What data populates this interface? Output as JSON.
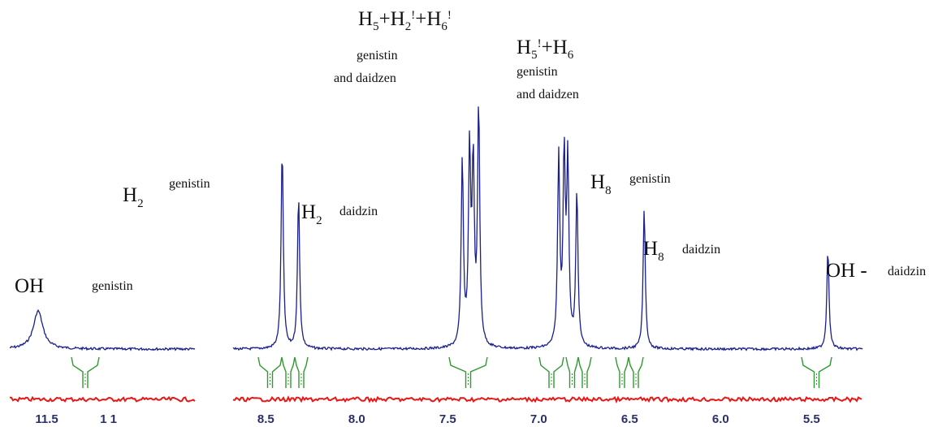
{
  "chart_data": {
    "type": "line",
    "x_axis": {
      "reversed": true,
      "broken": true,
      "segments": [
        {
          "range": [
            11.8,
            10.3
          ],
          "tick_labels": [
            "11.5",
            "1 1"
          ]
        },
        {
          "range": [
            8.68,
            5.22
          ],
          "tick_labels": [
            "8.5",
            "8.0",
            "7.5",
            "7.0",
            "6.5",
            "6.0",
            "5.5"
          ]
        }
      ]
    },
    "series": [
      {
        "peaks": [
          {
            "ppm": 11.57,
            "height": 0.16
          },
          {
            "ppm": 8.41,
            "height": 0.84
          },
          {
            "ppm": 8.32,
            "height": 0.64
          },
          {
            "ppm": 7.42,
            "height": 0.78
          },
          {
            "ppm": 7.38,
            "height": 0.8
          },
          {
            "ppm": 7.36,
            "height": 0.74
          },
          {
            "ppm": 7.33,
            "height": 1.0
          },
          {
            "ppm": 6.89,
            "height": 0.79
          },
          {
            "ppm": 6.86,
            "height": 0.78
          },
          {
            "ppm": 6.84,
            "height": 0.76
          },
          {
            "ppm": 6.79,
            "height": 0.65
          },
          {
            "ppm": 6.42,
            "height": 0.59
          },
          {
            "ppm": 5.41,
            "height": 0.42
          }
        ]
      }
    ],
    "labels": [
      {
        "id": "oh_genistin",
        "text": "OH",
        "annotation": "genistin"
      },
      {
        "id": "h2_genistin",
        "text": "H",
        "subscript": "2",
        "annotation": "genistin"
      },
      {
        "id": "h2_daidzin",
        "text": "H",
        "subscript": "2",
        "annotation": "daidzin"
      },
      {
        "id": "h5h2h6",
        "parts": [
          "H",
          "5",
          "+H",
          "2",
          "!",
          "+H",
          "6",
          "!"
        ],
        "annotation_lines": [
          "genistin",
          "and daidzen"
        ]
      },
      {
        "id": "h5h6",
        "parts": [
          "H",
          "5",
          "!",
          "+H",
          "6"
        ],
        "annotation_lines": [
          "genistin",
          "and daidzen"
        ]
      },
      {
        "id": "h8_genistin",
        "text": "H",
        "subscript": "8",
        "annotation": "genistin"
      },
      {
        "id": "h8_daidzin",
        "text": "H",
        "subscript": "8",
        "annotation": "daidzin"
      },
      {
        "id": "oh_daidzin",
        "text": "OH -",
        "annotation": "daidzin"
      }
    ],
    "colors": {
      "spectrum": "#1a1f8a",
      "integral": "#2f9a2f",
      "baseline": "#e81818",
      "ticks": "#2a2f6a"
    },
    "grid": false
  }
}
